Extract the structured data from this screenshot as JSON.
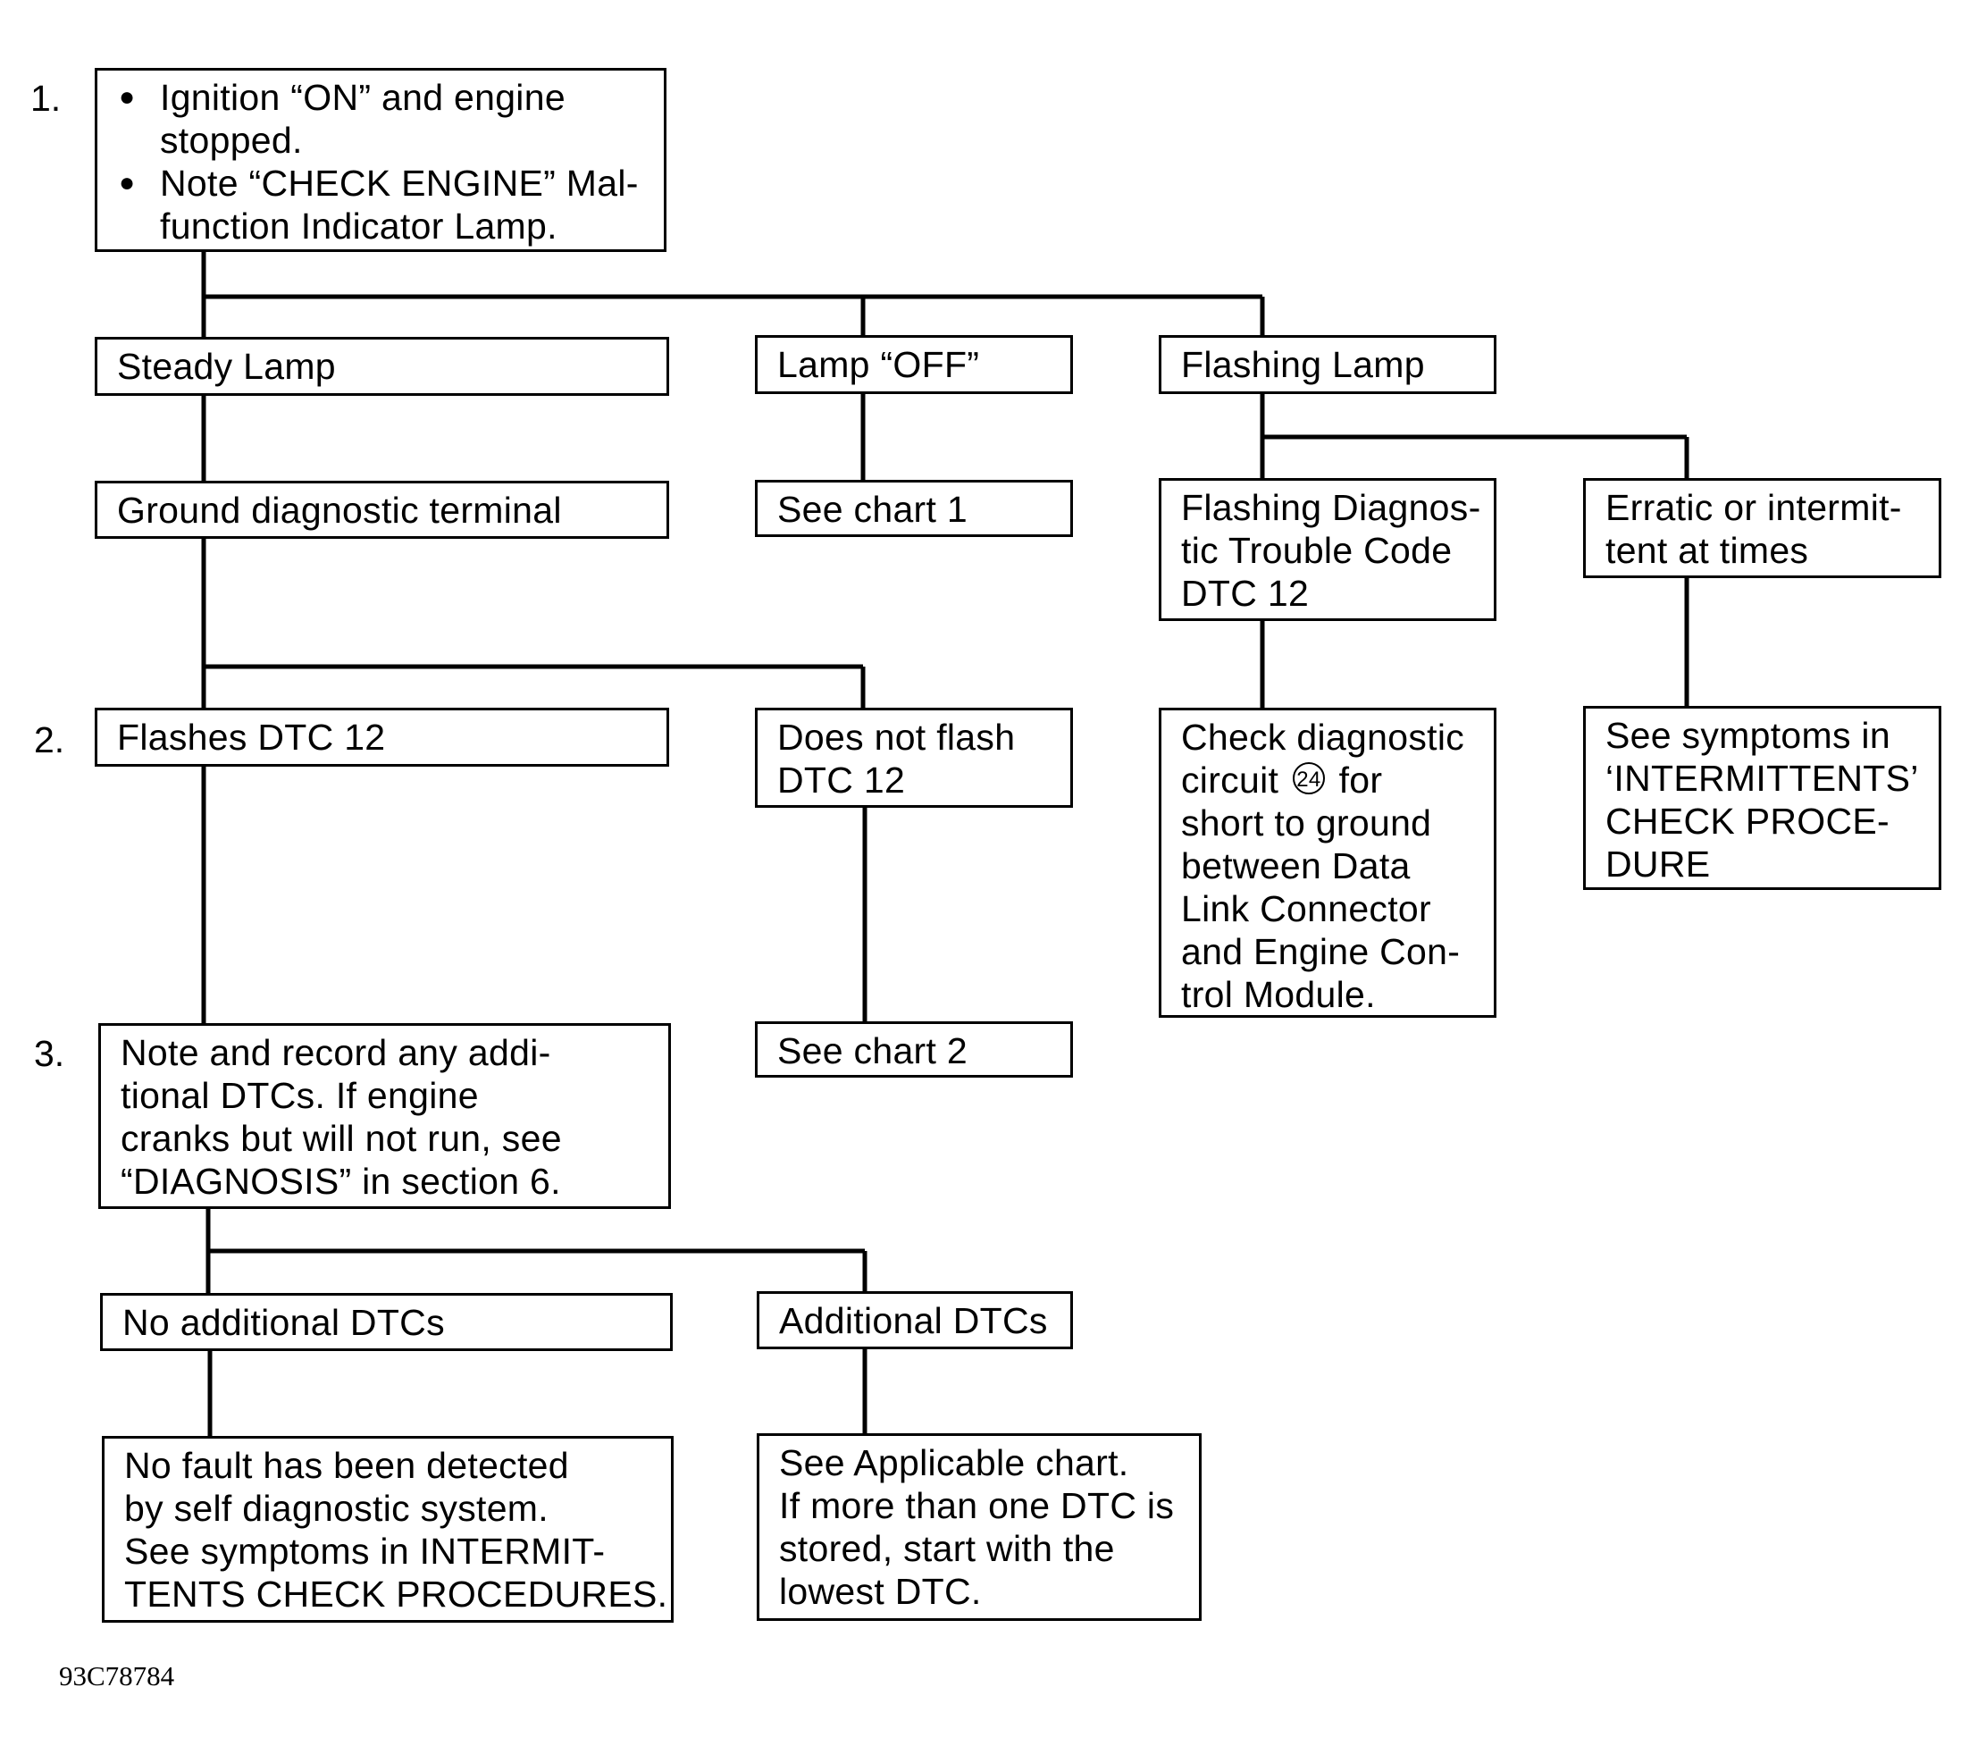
{
  "steps": [
    "1.",
    "2.",
    "3."
  ],
  "boxes": {
    "ignition": [
      "Ignition “ON” and engine",
      "stopped.",
      "Note “CHECK ENGINE” Mal-",
      "function Indicator Lamp."
    ],
    "steady_lamp": "Steady Lamp",
    "lamp_off": "Lamp “OFF”",
    "flashing_lamp": "Flashing Lamp",
    "ground_terminal": "Ground diagnostic terminal",
    "see_chart_1": "See chart 1",
    "flashing_dtc": [
      "Flashing Diagnos-",
      "tic Trouble Code",
      "DTC 12"
    ],
    "erratic": [
      "Erratic or intermit-",
      "tent at times"
    ],
    "flashes_dtc12": "Flashes DTC 12",
    "not_flash_dtc12": [
      "Does not flash",
      "DTC 12"
    ],
    "check_circuit": {
      "line1": "Check diagnostic",
      "line2_pre": "circuit",
      "circuit_no": "24",
      "line2_post": "for",
      "rest": [
        "short to ground",
        "between Data",
        "Link Connector",
        "and Engine Con-",
        "trol Module."
      ]
    },
    "see_intermittents": [
      "See symptoms in",
      "‘INTERMITTENTS’",
      "CHECK PROCE-",
      "DURE"
    ],
    "note_record": [
      "Note and record any addi-",
      "tional DTCs. If engine",
      "cranks but will not run, see",
      "“DIAGNOSIS” in section 6."
    ],
    "see_chart_2": "See chart 2",
    "no_additional": "No additional DTCs",
    "additional": "Additional DTCs",
    "no_fault": [
      "No fault has been detected",
      "by self diagnostic system.",
      "See symptoms in INTERMIT-",
      "TENTS CHECK PROCEDURES."
    ],
    "see_applicable": [
      "See Applicable chart.",
      "If more than one DTC is",
      "stored, start with the",
      "lowest DTC."
    ]
  },
  "figure_id": "93C78784"
}
